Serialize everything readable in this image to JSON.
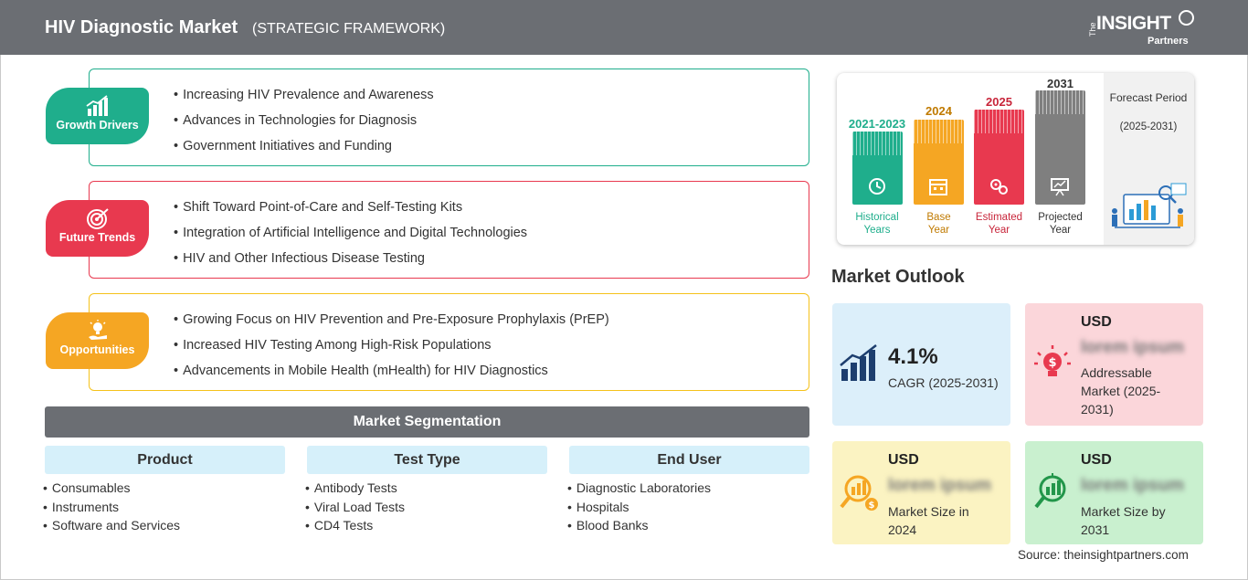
{
  "header": {
    "title": "HIV Diagnostic Market",
    "subtitle": "(STRATEGIC FRAMEWORK)",
    "logo_the": "The",
    "logo_insight": "INSIGHT",
    "logo_partners": "Partners"
  },
  "categories": [
    {
      "label": "Growth Drivers",
      "icon": "growth-chart-icon",
      "color": "#1fae8c",
      "items": [
        "Increasing HIV Prevalence and Awareness",
        "Advances in Technologies for Diagnosis",
        "Government Initiatives and Funding"
      ]
    },
    {
      "label": "Future Trends",
      "icon": "target-icon",
      "color": "#e8394f",
      "items": [
        "Shift Toward Point-of-Care and Self-Testing Kits",
        "Integration of Artificial Intelligence and Digital Technologies",
        "HIV and Other Infectious Disease Testing"
      ]
    },
    {
      "label": "Opportunities",
      "icon": "lightbulb-hand-icon",
      "color": "#f5a623",
      "items": [
        "Growing Focus on HIV Prevention and Pre-Exposure Prophylaxis (PrEP)",
        "Increased HIV Testing Among High-Risk Populations",
        "Advancements in Mobile Health (mHealth) for HIV Diagnostics"
      ]
    }
  ],
  "segmentation": {
    "title": "Market Segmentation",
    "columns": [
      {
        "head": "Product",
        "items": [
          "Consumables",
          "Instruments",
          "Software and Services"
        ]
      },
      {
        "head": "Test Type",
        "items": [
          "Antibody Tests",
          "Viral Load Tests",
          "CD4 Tests"
        ]
      },
      {
        "head": "End User",
        "items": [
          "Diagnostic Laboratories",
          "Hospitals",
          "Blood Banks"
        ]
      }
    ]
  },
  "timeline": {
    "periods": [
      {
        "year": "2021-2023",
        "label_1": "Historical",
        "label_2": "Years",
        "color": "#1fae8c",
        "icon": "history-icon"
      },
      {
        "year": "2024",
        "label_1": "Base",
        "label_2": "Year",
        "color": "#f5a623",
        "icon": "calendar-icon"
      },
      {
        "year": "2025",
        "label_1": "Estimated",
        "label_2": "Year",
        "color": "#e8394f",
        "icon": "gears-icon"
      },
      {
        "year": "2031",
        "label_1": "Projected",
        "label_2": "Year",
        "color": "#7f7f7f",
        "icon": "presentation-icon"
      }
    ],
    "forecast_label": "Forecast Period",
    "forecast_range": "(2025-2031)"
  },
  "outlook": {
    "title": "Market Outlook",
    "cagr_value": "4.1%",
    "cagr_label": "CAGR (2025-2031)",
    "addressable_usd": "USD",
    "addressable_value": "lorem ipsum",
    "addressable_label": "Addressable Market (2025-2031)",
    "size2024_usd": "USD",
    "size2024_value": "lorem ipsum",
    "size2024_label": "Market Size in 2024",
    "size2031_usd": "USD",
    "size2031_value": "lorem ipsum",
    "size2031_label": "Market Size by 2031",
    "colors": {
      "cagr": "#dceffa",
      "addressable": "#fbd6da",
      "size2024": "#fbf3c2",
      "size2031": "#c9f0cf"
    }
  },
  "source": "Source: theinsightpartners.com"
}
